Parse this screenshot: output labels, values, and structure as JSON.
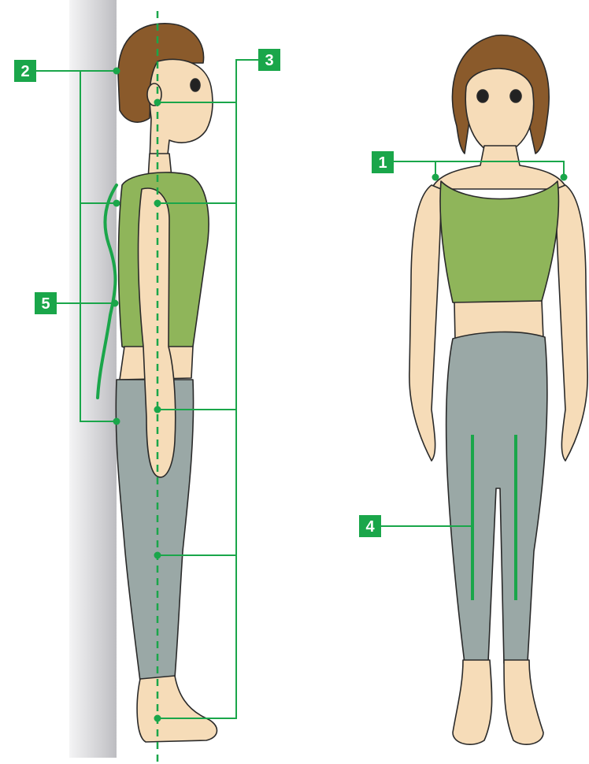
{
  "badges": [
    {
      "id": "1",
      "label": "1"
    },
    {
      "id": "2",
      "label": "2"
    },
    {
      "id": "3",
      "label": "3"
    },
    {
      "id": "4",
      "label": "4"
    },
    {
      "id": "5",
      "label": "5"
    }
  ],
  "colors": {
    "accent": "#1aa64a",
    "skin": "#f6dcb8",
    "hair": "#8a5a2b",
    "top": "#8fb55a",
    "leggings": "#9aa8a6",
    "wall": "#d9d9dc",
    "outline": "#2a2a2a"
  }
}
